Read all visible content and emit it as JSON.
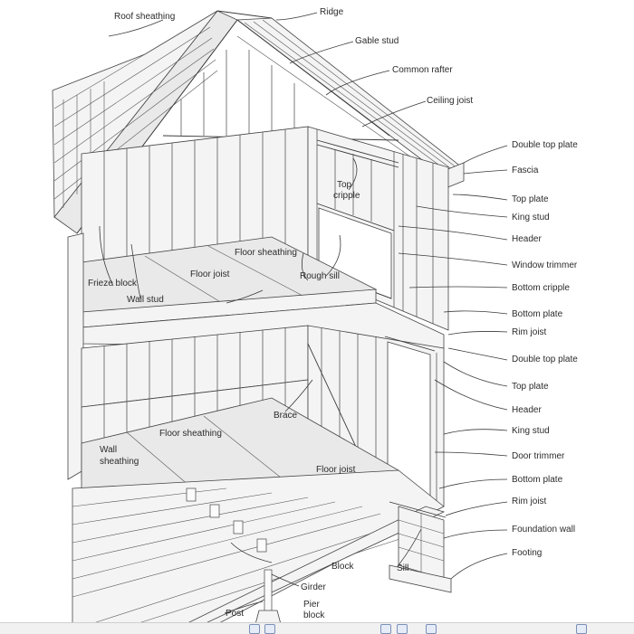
{
  "labels": {
    "roof_sheathing": "Roof sheathing",
    "ridge": "Ridge",
    "gable_stud": "Gable stud",
    "common_rafter": "Common rafter",
    "ceiling_joist": "Ceiling joist",
    "double_top_plate_upper": "Double top plate",
    "fascia": "Fascia",
    "top_plate_upper": "Top plate",
    "king_stud_upper": "King stud",
    "header_upper": "Header",
    "window_trimmer": "Window trimmer",
    "bottom_cripple": "Bottom cripple",
    "bottom_plate_upper": "Bottom plate",
    "rim_joist_upper": "Rim joist",
    "double_top_plate_lower": "Double top plate",
    "top_plate_lower": "Top plate",
    "header_lower": "Header",
    "king_stud_lower": "King stud",
    "door_trimmer": "Door trimmer",
    "bottom_plate_lower": "Bottom plate",
    "rim_joist_lower": "Rim joist",
    "foundation_wall": "Foundation wall",
    "footing": "Footing",
    "top_cripple_1": "Top",
    "top_cripple_2": "cripple",
    "floor_sheathing_upper": "Floor sheathing",
    "floor_joist_upper": "Floor joist",
    "rough_sill": "Rough sill",
    "frieze_block": "Frieze block",
    "wall_stud": "Wall stud",
    "brace": "Brace",
    "floor_sheathing_lower": "Floor sheathing",
    "wall_sheathing_1": "Wall",
    "wall_sheathing_2": "sheathing",
    "floor_joist_lower": "Floor joist",
    "block": "Block",
    "sill": "Sill",
    "girder": "Girder",
    "pier_block_1": "Pier",
    "pier_block_2": "block",
    "post": "Post"
  },
  "colors": {
    "line": "#3a3a3a",
    "sheathing": "#e9e9e9",
    "background": "#ffffff"
  }
}
